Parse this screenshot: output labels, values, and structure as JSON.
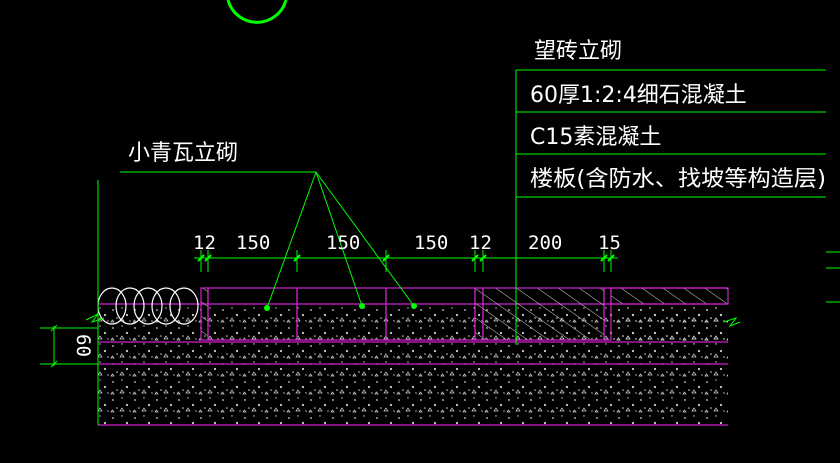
{
  "colors": {
    "background": "#000000",
    "leader_green": "#00ff00",
    "section_magenta": "#d020d0",
    "text_white": "#ffffff",
    "hatch_gray": "#d8d8d8"
  },
  "layer_labels": {
    "title": "望砖立砌",
    "layer1": "60厚1:2:4细石混凝土",
    "layer2": "C15素混凝土",
    "layer3": "楼板(含防水、找坡等构造层)"
  },
  "brick_label": "小青瓦立砌",
  "dimensions": [
    "12",
    "150",
    "150",
    "150",
    "12",
    "200",
    "15"
  ],
  "side_dimension": "60"
}
